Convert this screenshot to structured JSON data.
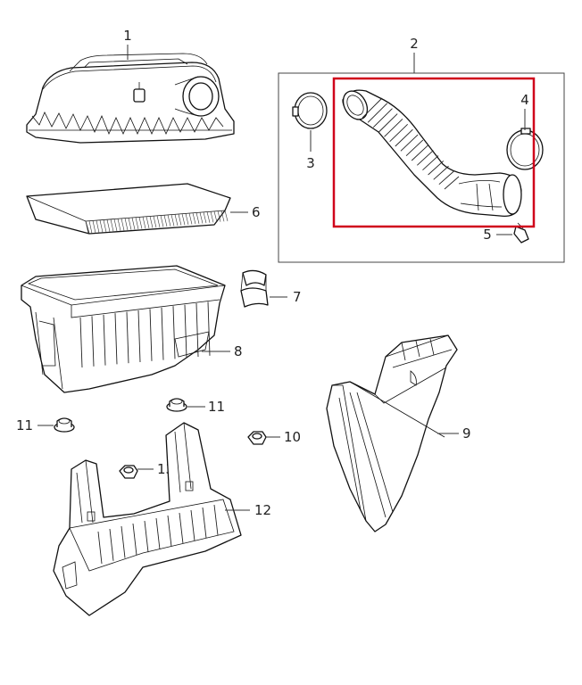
{
  "callouts": {
    "c1": "1",
    "c2": "2",
    "c3": "3",
    "c4": "4",
    "c5": "5",
    "c6": "6",
    "c7": "7",
    "c8": "8",
    "c9": "9",
    "c10": "10",
    "c11a": "11",
    "c11b": "11",
    "c12": "12",
    "c13": "13"
  },
  "colors": {
    "highlight": "#d0021b",
    "line": "#111111",
    "background": "#ffffff"
  }
}
